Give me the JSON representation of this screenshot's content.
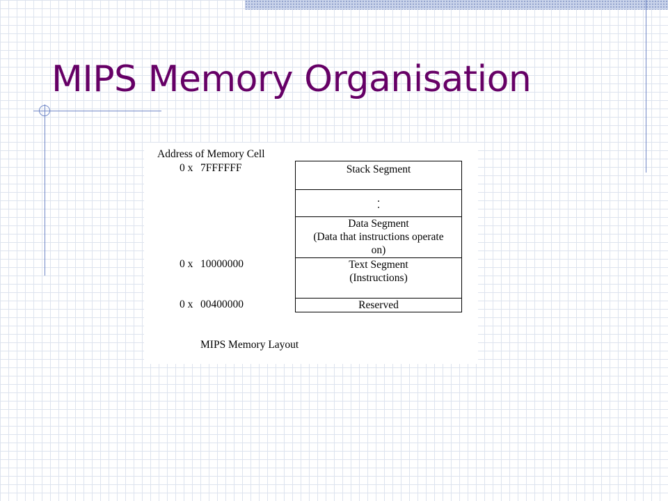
{
  "slide": {
    "title": "MIPS Memory Organisation"
  },
  "diagram": {
    "address_header": "Address of Memory Cell",
    "addresses": [
      {
        "prefix": "0 x",
        "value": "7FFFFFF"
      },
      {
        "prefix": "0 x",
        "value": "10000000"
      },
      {
        "prefix": "0 x",
        "value": "00400000"
      }
    ],
    "segments": [
      {
        "line1": "Stack Segment",
        "line2": "",
        "line3": ""
      },
      {
        "line1": ".",
        "line2": ".",
        "line3": ""
      },
      {
        "line1": "Data Segment",
        "line2": "(Data that instructions operate",
        "line3": "on)"
      },
      {
        "line1": "Text Segment",
        "line2": "(Instructions)",
        "line3": ""
      },
      {
        "line1": "Reserved",
        "line2": "",
        "line3": ""
      }
    ],
    "caption": "MIPS Memory Layout"
  },
  "theme": {
    "title_color": "#660066",
    "accent_line_color": "#6f86c6"
  }
}
